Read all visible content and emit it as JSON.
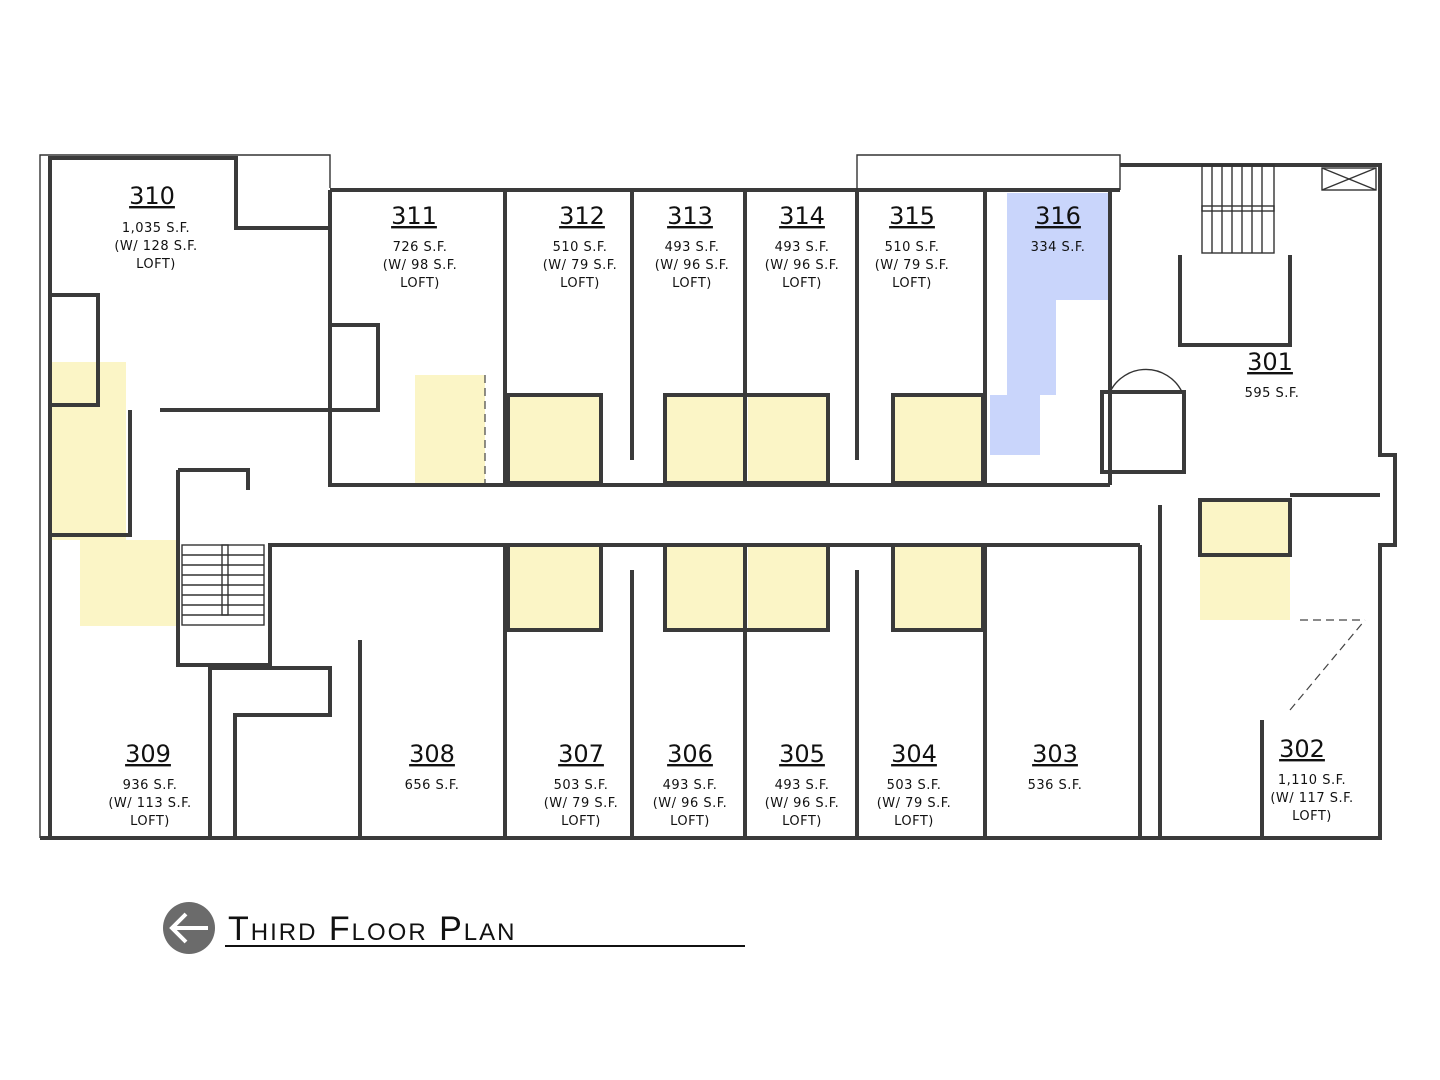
{
  "title": "Third Floor Plan",
  "colors": {
    "loft_highlight": "#fbf5c6",
    "unit_highlight": "#c9d5fb",
    "wall": "#3a3a3a",
    "compass": "#6b6b6b"
  },
  "icons": {
    "north_arrow": "compass-arrow-icon"
  },
  "units": {
    "u310": {
      "number": "310",
      "area": "1,035 S.F.",
      "loft": "(W/ 128 S.F.",
      "loft2": "LOFT)"
    },
    "u311": {
      "number": "311",
      "area": "726 S.F.",
      "loft": "(W/ 98 S.F.",
      "loft2": "LOFT)"
    },
    "u312": {
      "number": "312",
      "area": "510 S.F.",
      "loft": "(W/ 79 S.F.",
      "loft2": "LOFT)"
    },
    "u313": {
      "number": "313",
      "area": "493 S.F.",
      "loft": "(W/ 96 S.F.",
      "loft2": "LOFT)"
    },
    "u314": {
      "number": "314",
      "area": "493 S.F.",
      "loft": "(W/ 96 S.F.",
      "loft2": "LOFT)"
    },
    "u315": {
      "number": "315",
      "area": "510 S.F.",
      "loft": "(W/ 79 S.F.",
      "loft2": "LOFT)"
    },
    "u316": {
      "number": "316",
      "area": "334 S.F."
    },
    "u301": {
      "number": "301",
      "area": "595 S.F."
    },
    "u309": {
      "number": "309",
      "area": "936 S.F.",
      "loft": "(W/ 113 S.F.",
      "loft2": "LOFT)"
    },
    "u308": {
      "number": "308",
      "area": "656 S.F."
    },
    "u307": {
      "number": "307",
      "area": "503 S.F.",
      "loft": "(W/ 79 S.F.",
      "loft2": "LOFT)"
    },
    "u306": {
      "number": "306",
      "area": "493 S.F.",
      "loft": "(W/ 96 S.F.",
      "loft2": "LOFT)"
    },
    "u305": {
      "number": "305",
      "area": "493 S.F.",
      "loft": "(W/ 96 S.F.",
      "loft2": "LOFT)"
    },
    "u304": {
      "number": "304",
      "area": "503 S.F.",
      "loft": "(W/ 79 S.F.",
      "loft2": "LOFT)"
    },
    "u303": {
      "number": "303",
      "area": "536 S.F."
    },
    "u302": {
      "number": "302",
      "area": "1,110 S.F.",
      "loft": "(W/ 117 S.F.",
      "loft2": "LOFT)"
    }
  }
}
